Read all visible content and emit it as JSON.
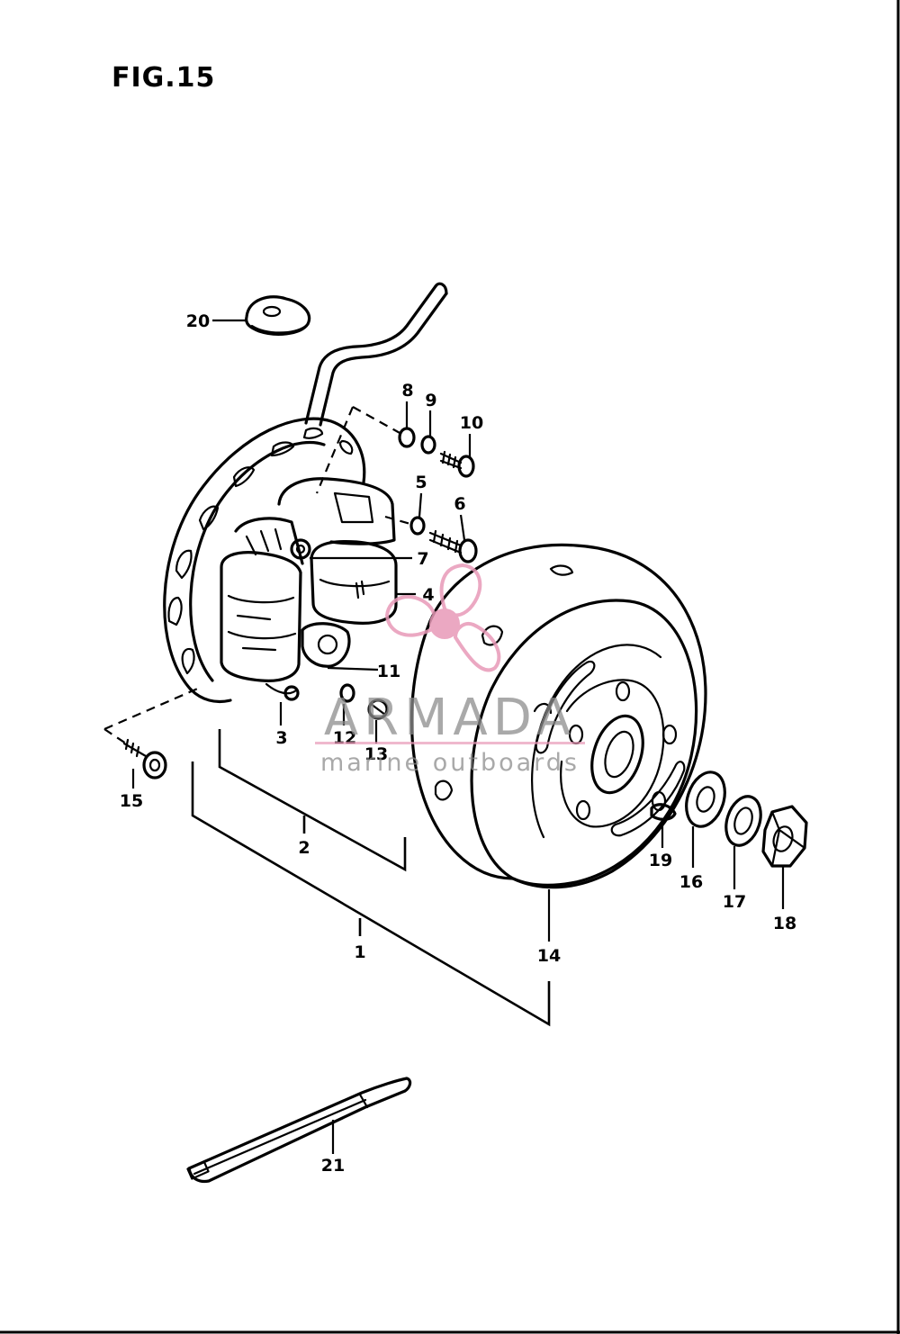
{
  "figure": {
    "title": "FIG.15"
  },
  "callouts": [
    {
      "id": "1",
      "label": "1"
    },
    {
      "id": "2",
      "label": "2"
    },
    {
      "id": "3",
      "label": "3"
    },
    {
      "id": "4",
      "label": "4"
    },
    {
      "id": "5",
      "label": "5"
    },
    {
      "id": "6",
      "label": "6"
    },
    {
      "id": "7",
      "label": "7"
    },
    {
      "id": "8",
      "label": "8"
    },
    {
      "id": "9",
      "label": "9"
    },
    {
      "id": "10",
      "label": "10"
    },
    {
      "id": "11",
      "label": "11"
    },
    {
      "id": "12",
      "label": "12"
    },
    {
      "id": "13",
      "label": "13"
    },
    {
      "id": "14",
      "label": "14"
    },
    {
      "id": "15",
      "label": "15"
    },
    {
      "id": "16",
      "label": "16"
    },
    {
      "id": "17",
      "label": "17"
    },
    {
      "id": "18",
      "label": "18"
    },
    {
      "id": "19",
      "label": "19"
    },
    {
      "id": "20",
      "label": "20"
    },
    {
      "id": "21",
      "label": "21"
    }
  ],
  "watermark": {
    "brand": "ARMADA",
    "tagline": "marine outboards",
    "accent_color": "#e89ab8",
    "text_color": "#8c8c8c",
    "logo_icon": "propeller-icon"
  },
  "colors": {
    "ink": "#000000",
    "background": "#ffffff"
  }
}
